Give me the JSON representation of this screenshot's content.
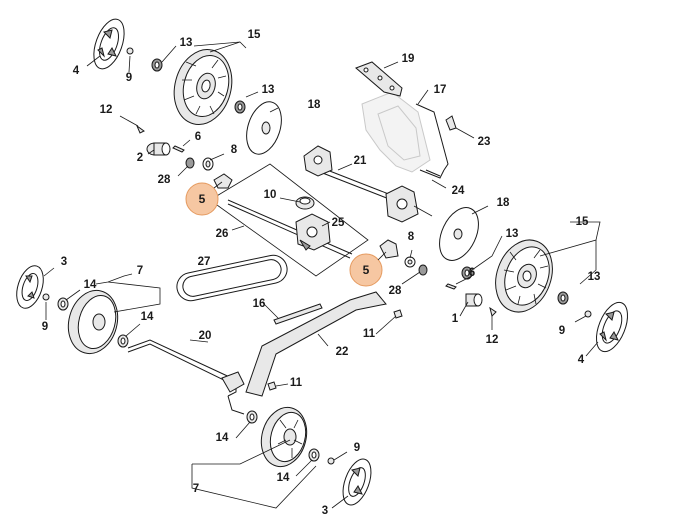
{
  "diagram": {
    "highlight_color": "#f6c7a2",
    "highlight_stroke": "#e59a5f",
    "labels": [
      {
        "id": "l-13-a",
        "text": "13"
      },
      {
        "id": "l-15-a",
        "text": "15"
      },
      {
        "id": "l-4-a",
        "text": "4"
      },
      {
        "id": "l-9-a",
        "text": "9"
      },
      {
        "id": "l-13-b",
        "text": "13"
      },
      {
        "id": "l-18-a",
        "text": "18"
      },
      {
        "id": "l-12-a",
        "text": "12"
      },
      {
        "id": "l-6-a",
        "text": "6"
      },
      {
        "id": "l-2",
        "text": "2"
      },
      {
        "id": "l-8-a",
        "text": "8"
      },
      {
        "id": "l-28-a",
        "text": "28"
      },
      {
        "id": "l-19",
        "text": "19"
      },
      {
        "id": "l-17",
        "text": "17"
      },
      {
        "id": "l-23",
        "text": "23"
      },
      {
        "id": "l-21",
        "text": "21"
      },
      {
        "id": "l-24",
        "text": "24"
      },
      {
        "id": "l-10",
        "text": "10"
      },
      {
        "id": "l-25",
        "text": "25"
      },
      {
        "id": "l-26",
        "text": "26"
      },
      {
        "id": "l-18-b",
        "text": "18"
      },
      {
        "id": "l-13-c",
        "text": "13"
      },
      {
        "id": "l-15-b",
        "text": "15"
      },
      {
        "id": "l-8-b",
        "text": "8"
      },
      {
        "id": "l-27",
        "text": "27"
      },
      {
        "id": "l-3-a",
        "text": "3"
      },
      {
        "id": "l-7-a",
        "text": "7"
      },
      {
        "id": "l-14-a",
        "text": "14"
      },
      {
        "id": "l-9-b",
        "text": "9"
      },
      {
        "id": "l-14-b",
        "text": "14"
      },
      {
        "id": "l-6-b",
        "text": "6"
      },
      {
        "id": "l-28-b",
        "text": "28"
      },
      {
        "id": "l-13-d",
        "text": "13"
      },
      {
        "id": "l-16",
        "text": "16"
      },
      {
        "id": "l-1",
        "text": "1"
      },
      {
        "id": "l-9-c",
        "text": "9"
      },
      {
        "id": "l-12-b",
        "text": "12"
      },
      {
        "id": "l-11-a",
        "text": "11"
      },
      {
        "id": "l-22",
        "text": "22"
      },
      {
        "id": "l-20",
        "text": "20"
      },
      {
        "id": "l-4-b",
        "text": "4"
      },
      {
        "id": "l-11-b",
        "text": "11"
      },
      {
        "id": "l-14-c",
        "text": "14"
      },
      {
        "id": "l-9-d",
        "text": "9"
      },
      {
        "id": "l-7-b",
        "text": "7"
      },
      {
        "id": "l-14-d",
        "text": "14"
      },
      {
        "id": "l-3-b",
        "text": "3"
      }
    ],
    "highlighted": [
      {
        "id": "h-5-a",
        "text": "5"
      },
      {
        "id": "h-5-b",
        "text": "5"
      }
    ]
  }
}
